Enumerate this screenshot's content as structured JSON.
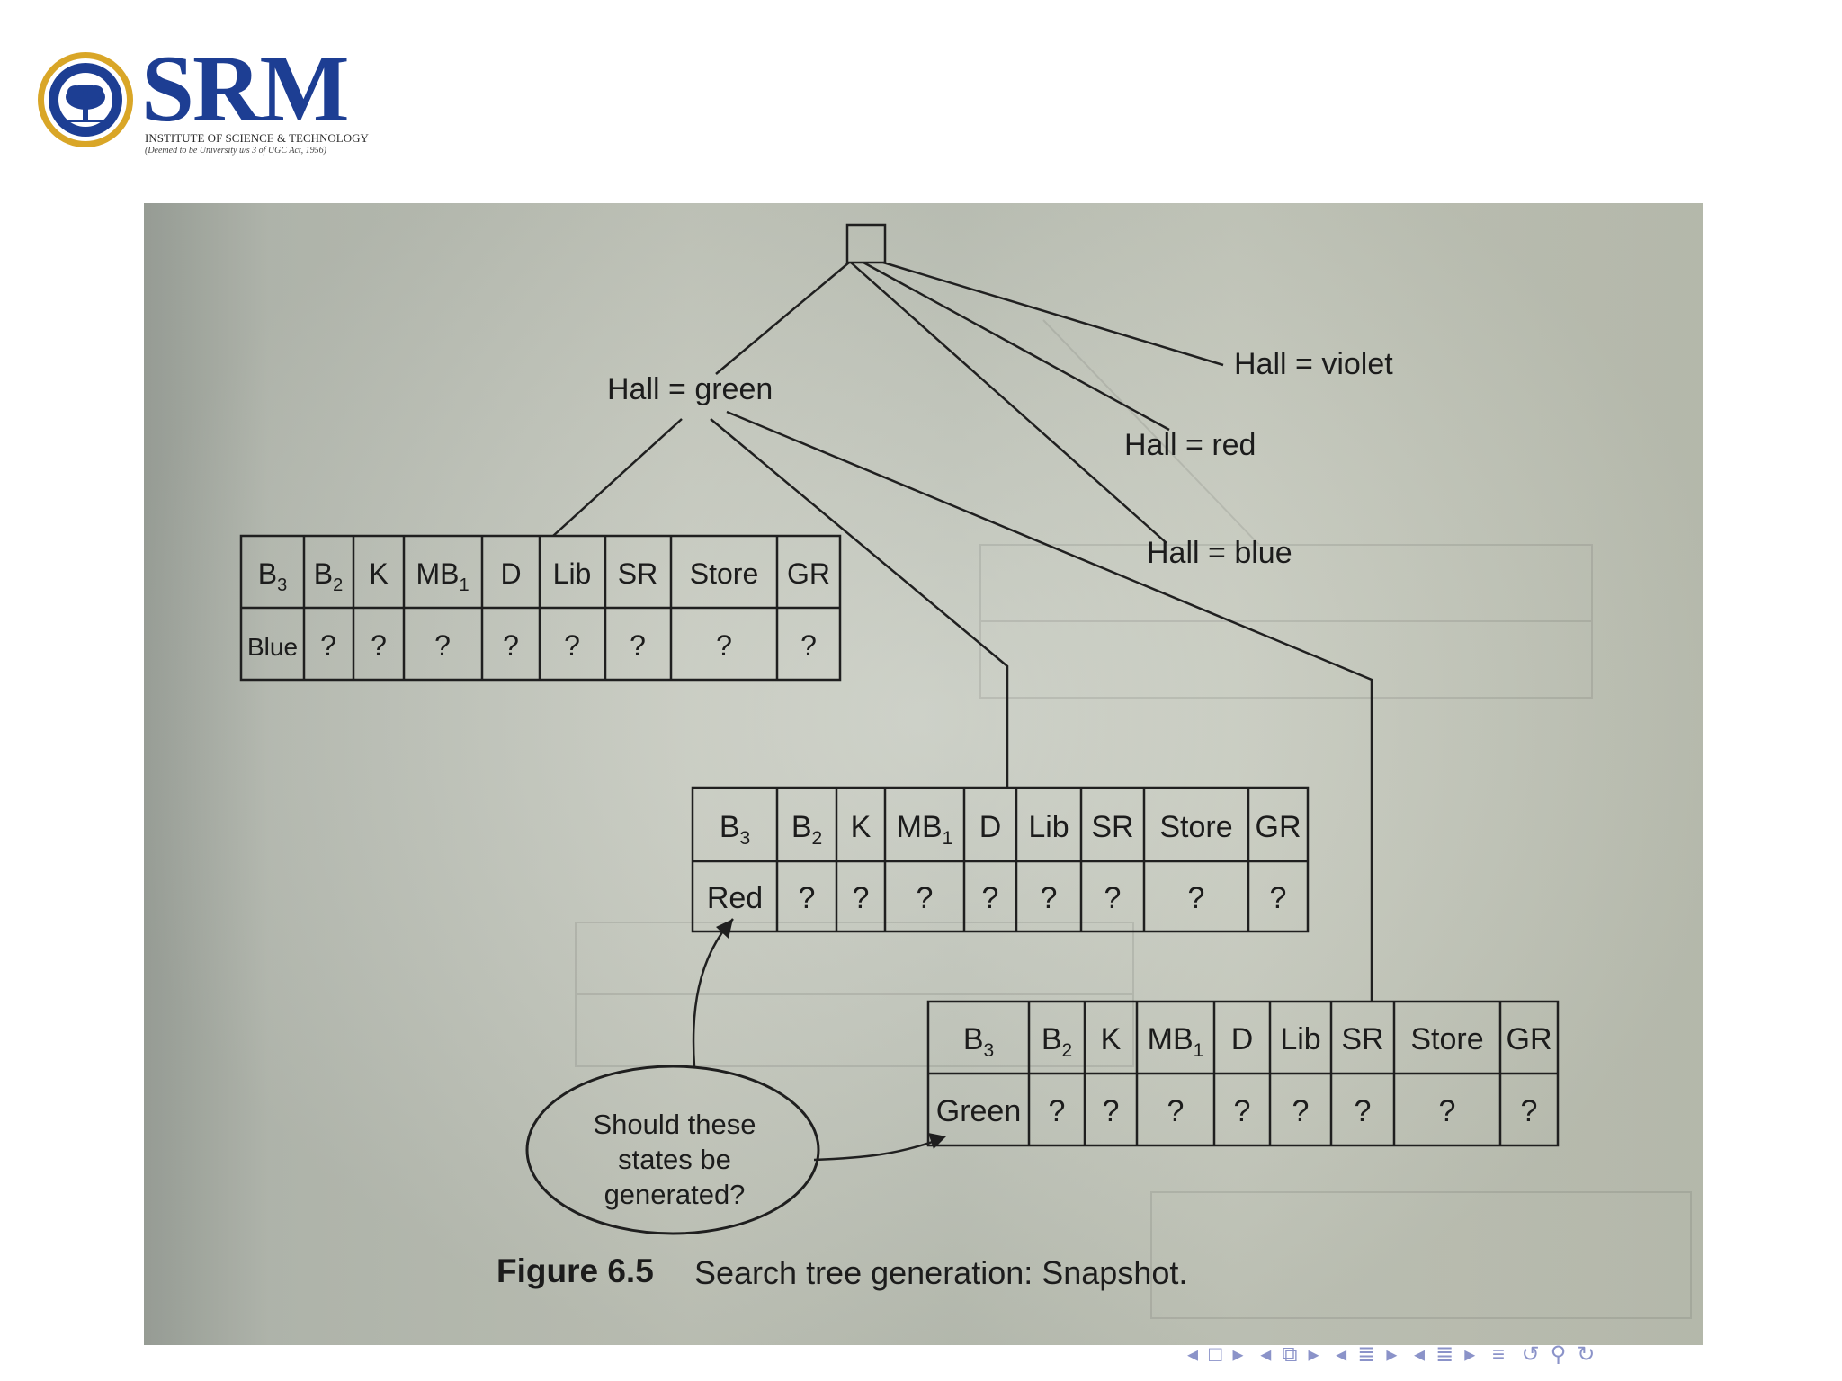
{
  "logo": {
    "name": "SRM",
    "subtitle": "INSTITUTE OF SCIENCE & TECHNOLOGY",
    "tagline": "(Deemed to be University u/s 3 of UGC Act, 1956)",
    "colors": {
      "primary": "#1d3e93",
      "gold": "#d9a627"
    }
  },
  "diagram": {
    "branches": [
      "Hall = green",
      "Hall = red",
      "Hall = blue",
      "Hall = violet"
    ],
    "tables": [
      {
        "headers": [
          "B3",
          "B2",
          "K",
          "MB1",
          "D",
          "Lib",
          "SR",
          "Store",
          "GR"
        ],
        "values": [
          "Blue",
          "?",
          "?",
          "?",
          "?",
          "?",
          "?",
          "?",
          "?"
        ]
      },
      {
        "headers": [
          "B3",
          "B2",
          "K",
          "MB1",
          "D",
          "Lib",
          "SR",
          "Store",
          "GR"
        ],
        "values": [
          "Red",
          "?",
          "?",
          "?",
          "?",
          "?",
          "?",
          "?",
          "?"
        ]
      },
      {
        "headers": [
          "B3",
          "B2",
          "K",
          "MB1",
          "D",
          "Lib",
          "SR",
          "Store",
          "GR"
        ],
        "values": [
          "Green",
          "?",
          "?",
          "?",
          "?",
          "?",
          "?",
          "?",
          "?"
        ]
      }
    ],
    "callout": [
      "Should these",
      "states be",
      "generated?"
    ],
    "caption": {
      "number": "Figure 6.5",
      "text": "Search tree generation: Snapshot."
    }
  },
  "nav": {
    "icons": [
      "frame-prev-icon",
      "frame-icon",
      "frame-next-icon",
      "subsection-prev-icon",
      "subsection-icon",
      "subsection-next-icon",
      "section-prev-icon",
      "section-icon",
      "section-next-icon",
      "slide-prev-icon",
      "slide-icon",
      "slide-next-icon",
      "toc-icon",
      "undo-icon",
      "search-icon",
      "redo-icon"
    ]
  }
}
